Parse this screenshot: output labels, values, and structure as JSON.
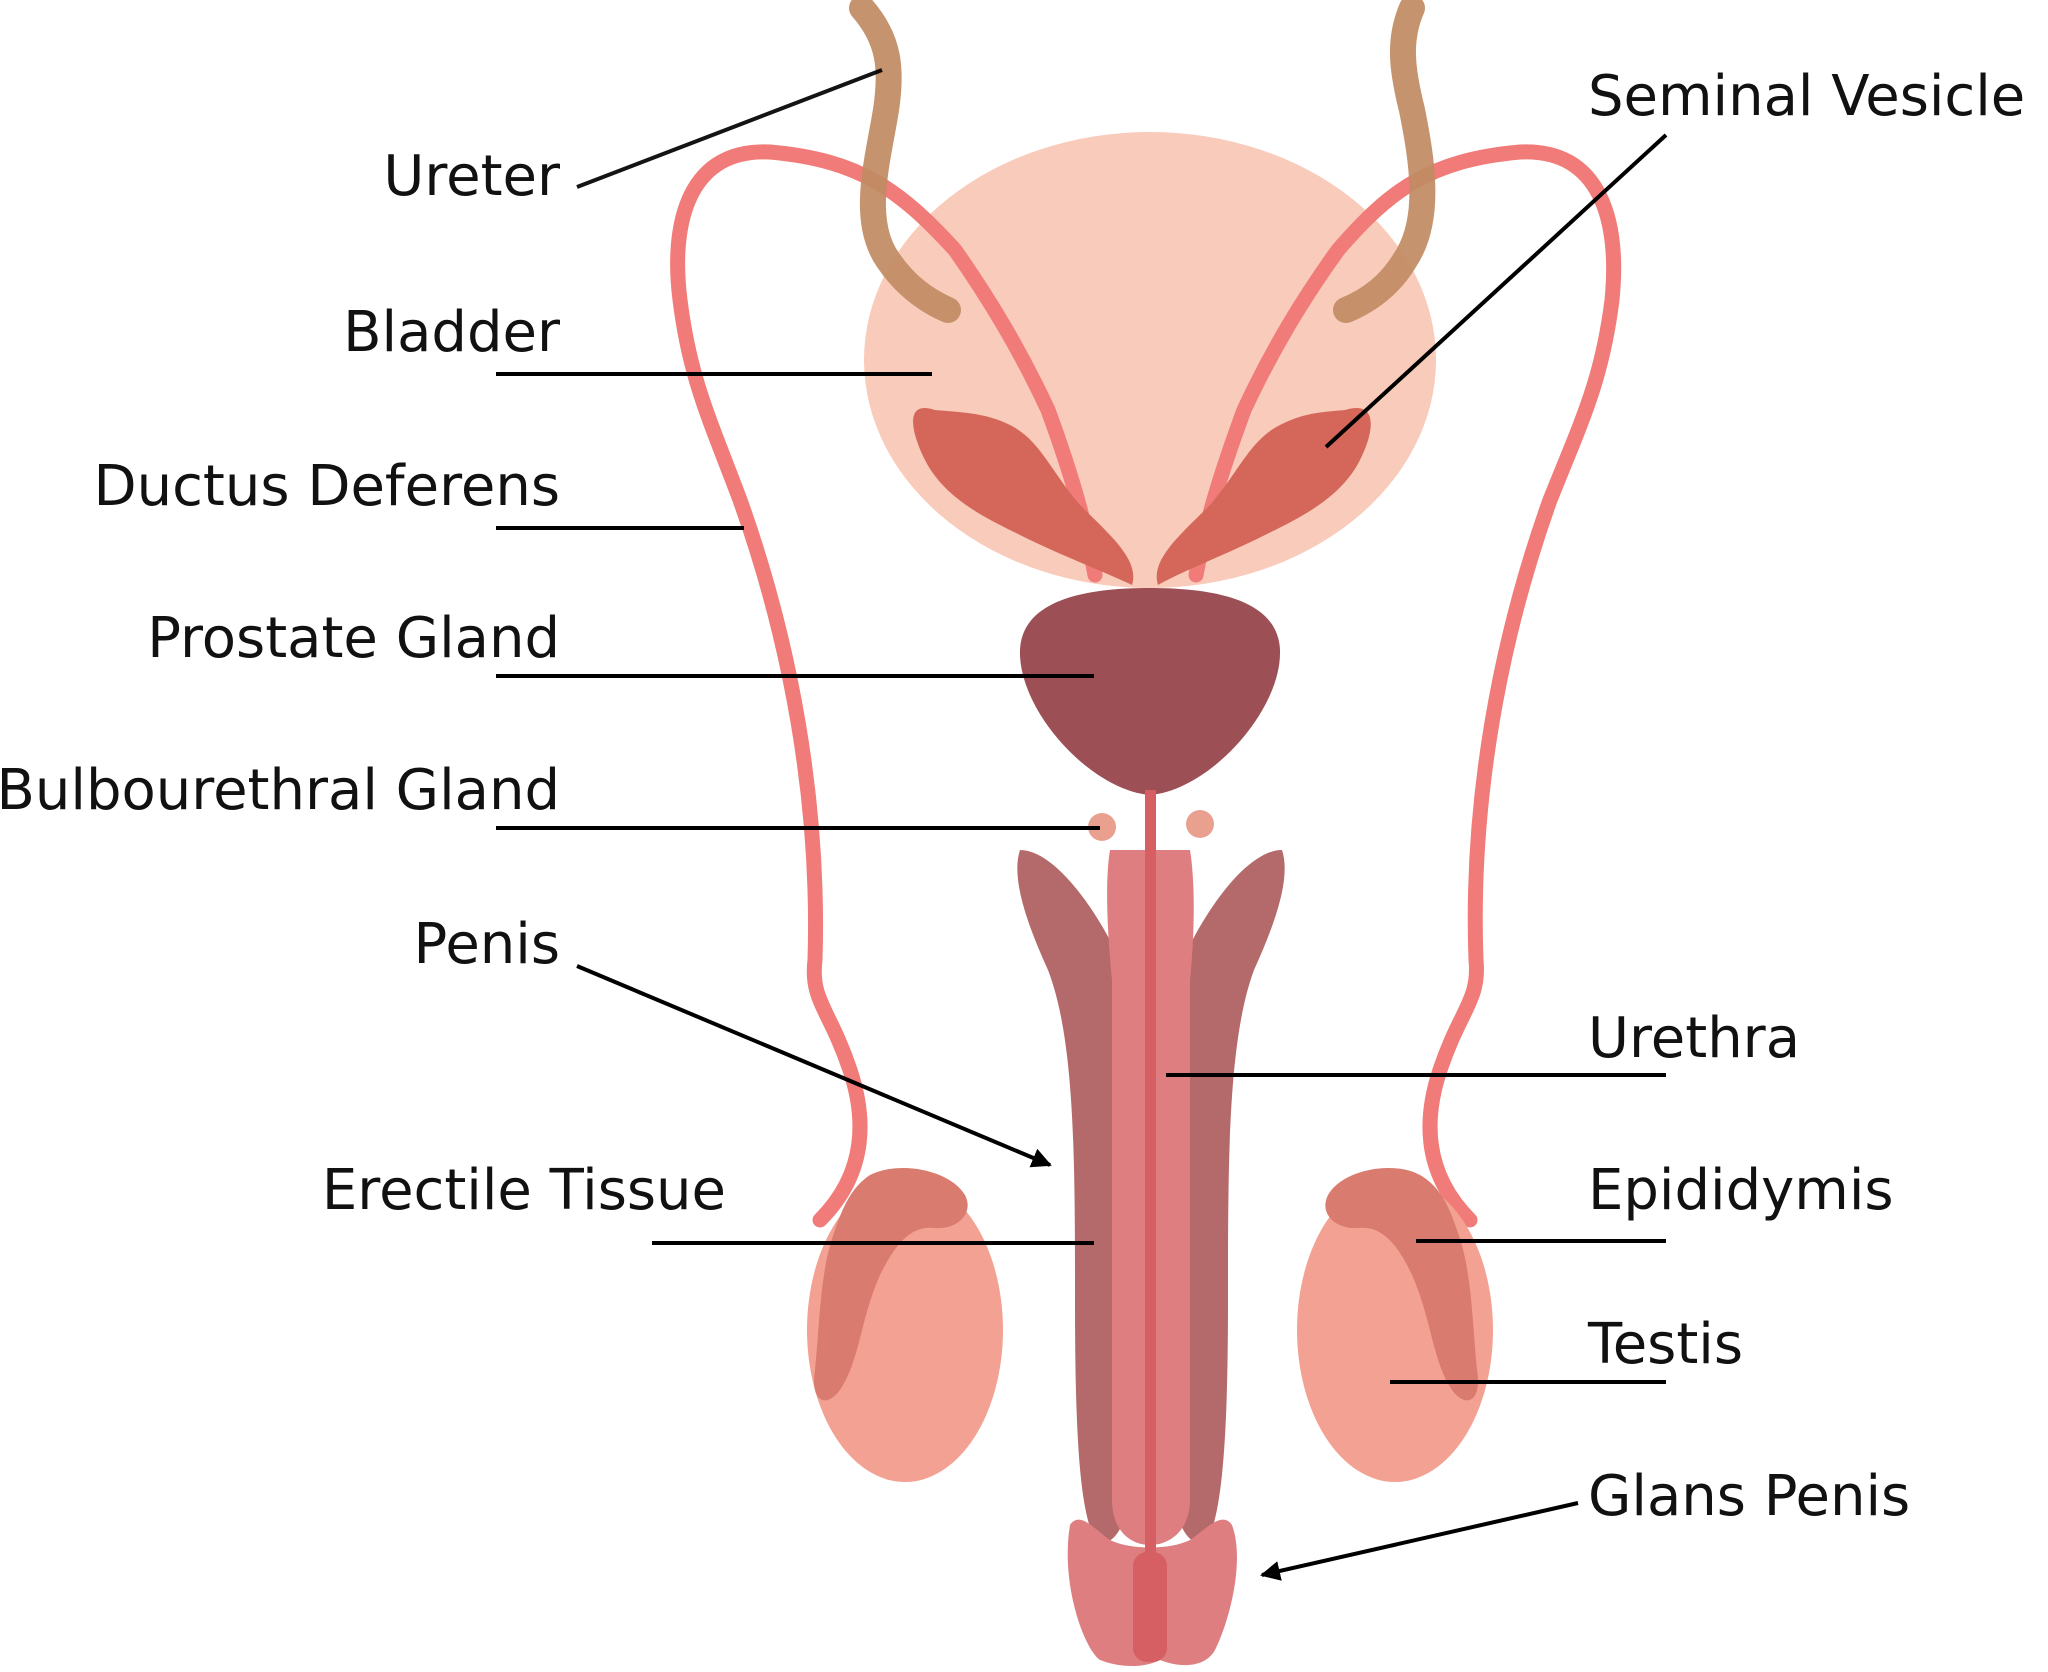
{
  "diagram": {
    "colors": {
      "ductus": "#f07b78",
      "ureter": "#c08b63",
      "bladder": "#f9cbbb",
      "vesicle": "#d5675a",
      "prostate": "#9c5055",
      "bulbourethral": "#e9a08e",
      "erectile": "#b46a6a",
      "spongiosum": "#de7e80",
      "urethra": "#d55f63",
      "testis": "#f3a192",
      "epididymis": "#d97b6e",
      "leader": "#000000"
    },
    "labels": {
      "ureter": "Ureter",
      "seminal_vesicle": "Seminal Vesicle",
      "bladder": "Bladder",
      "ductus_deferens": "Ductus Deferens",
      "prostate_gland": "Prostate Gland",
      "bulbourethral_gland": "Bulbourethral Gland",
      "penis": "Penis",
      "urethra": "Urethra",
      "erectile_tissue": "Erectile Tissue",
      "epididymis": "Epididymis",
      "testis": "Testis",
      "glans_penis": "Glans Penis"
    }
  }
}
